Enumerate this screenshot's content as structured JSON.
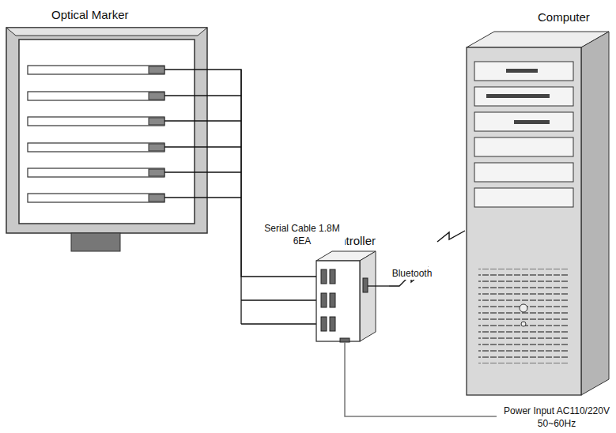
{
  "diagram": {
    "nodes": [
      {
        "text": [
          "Optical Marker"
        ]
      },
      {
        "text": [
          "Controller"
        ]
      },
      {
        "text": [
          "Computer"
        ]
      }
    ],
    "edges": [
      {
        "from": 0,
        "to": 1,
        "arrow": "none",
        "label": "Serial Cable 1.8M 6EA"
      },
      {
        "from": 1,
        "to": 2,
        "arrow": "none",
        "label": "Bluetooth"
      }
    ],
    "labels": [
      "Power Input AC110/220V 50~60Hz"
    ]
  }
}
